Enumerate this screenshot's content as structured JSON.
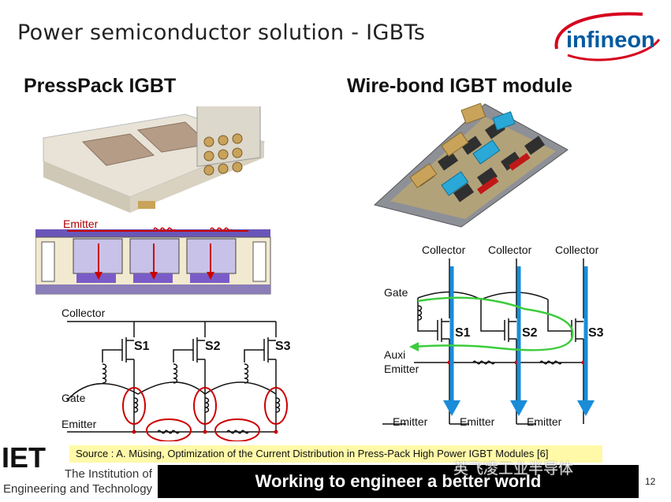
{
  "title": "Power semiconductor solution - IGBTs",
  "logo_text": "infineon",
  "left": {
    "heading": "PressPack IGBT",
    "labels": {
      "emitter_top": "Emitter",
      "collector": "Collector",
      "gate": "Gate",
      "emitter": "Emitter",
      "s1": "S1",
      "s2": "S2",
      "s3": "S3"
    }
  },
  "right": {
    "heading": "Wire-bond IGBT module",
    "labels": {
      "collectors": [
        "Collector",
        "Collector",
        "Collector"
      ],
      "gate": "Gate",
      "auxi": "Auxi",
      "auxi_emitter": "Emitter",
      "emitters": [
        "Emitter",
        "Emitter",
        "Emitter"
      ],
      "s1": "S1",
      "s2": "S2",
      "s3": "S3"
    }
  },
  "source": "Source : A. Müsing, Optimization of the Current Distribution in Press-Pack High Power IGBT Modules [6]",
  "banner": "Working to engineer a better world",
  "page_number": "12",
  "iet": {
    "logo_text": "IET",
    "line1": "The Institution of",
    "line2": "Engineering and Technology"
  },
  "watermark": "英飞凌工业半导体",
  "colors": {
    "brand_red": "#d6001c",
    "brand_blue": "#005aa0",
    "arrow_blue": "#1a8cd8",
    "loop_green": "#3ccc3c",
    "highlight_red": "#cc0000",
    "source_bg": "#fff9a8"
  }
}
